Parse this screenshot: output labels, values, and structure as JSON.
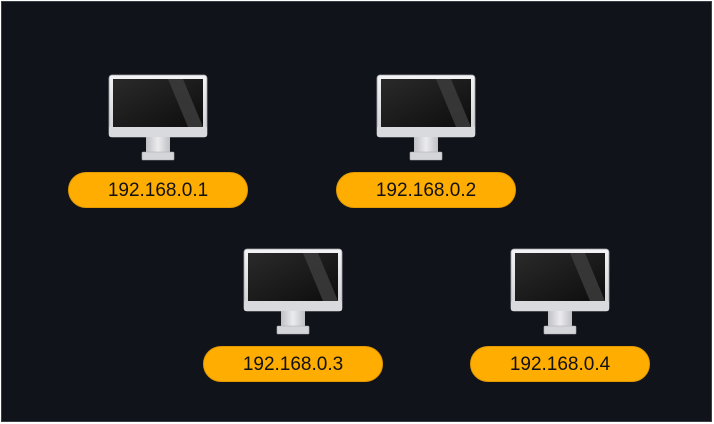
{
  "nodes": [
    {
      "ip": "192.168.0.1",
      "icon": "desktop-monitor-icon"
    },
    {
      "ip": "192.168.0.2",
      "icon": "desktop-monitor-icon"
    },
    {
      "ip": "192.168.0.3",
      "icon": "desktop-monitor-icon"
    },
    {
      "ip": "192.168.0.4",
      "icon": "desktop-monitor-icon"
    }
  ],
  "colors": {
    "background": "#10141a",
    "label_fill": "#ffad00",
    "label_text": "#111111",
    "monitor_frame": "#e8e8ea",
    "screen": "#1a1a1a"
  }
}
